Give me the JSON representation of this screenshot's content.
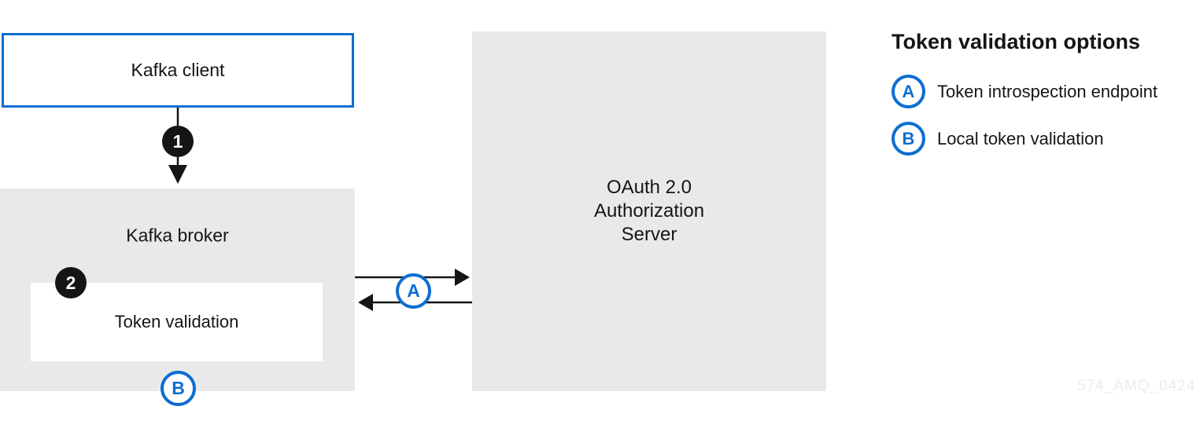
{
  "diagram": {
    "nodes": {
      "kafka_client": {
        "label": "Kafka client"
      },
      "kafka_broker": {
        "label": "Kafka broker"
      },
      "token_validation": {
        "label": "Token validation"
      },
      "oauth_server": {
        "line1": "OAuth 2.0",
        "line2": "Authorization",
        "line3": "Server"
      }
    },
    "markers": {
      "step1": "1",
      "step2": "2",
      "option_a": "A",
      "option_b": "B"
    },
    "arrows": [
      {
        "name": "client-to-broker",
        "direction": "down"
      },
      {
        "name": "broker-to-server",
        "direction": "right",
        "marker": "A"
      },
      {
        "name": "server-to-broker",
        "direction": "left",
        "marker": "A"
      }
    ]
  },
  "legend": {
    "title": "Token validation options",
    "items": [
      {
        "marker": "A",
        "label": "Token introspection endpoint"
      },
      {
        "marker": "B",
        "label": "Local token validation"
      }
    ]
  },
  "watermark": "574_AMQ_0424",
  "colors": {
    "accent_blue": "#0d6ed2",
    "ink_black": "#151515",
    "panel_gray": "#e9e9e9",
    "watermark_gray": "#ececee"
  }
}
